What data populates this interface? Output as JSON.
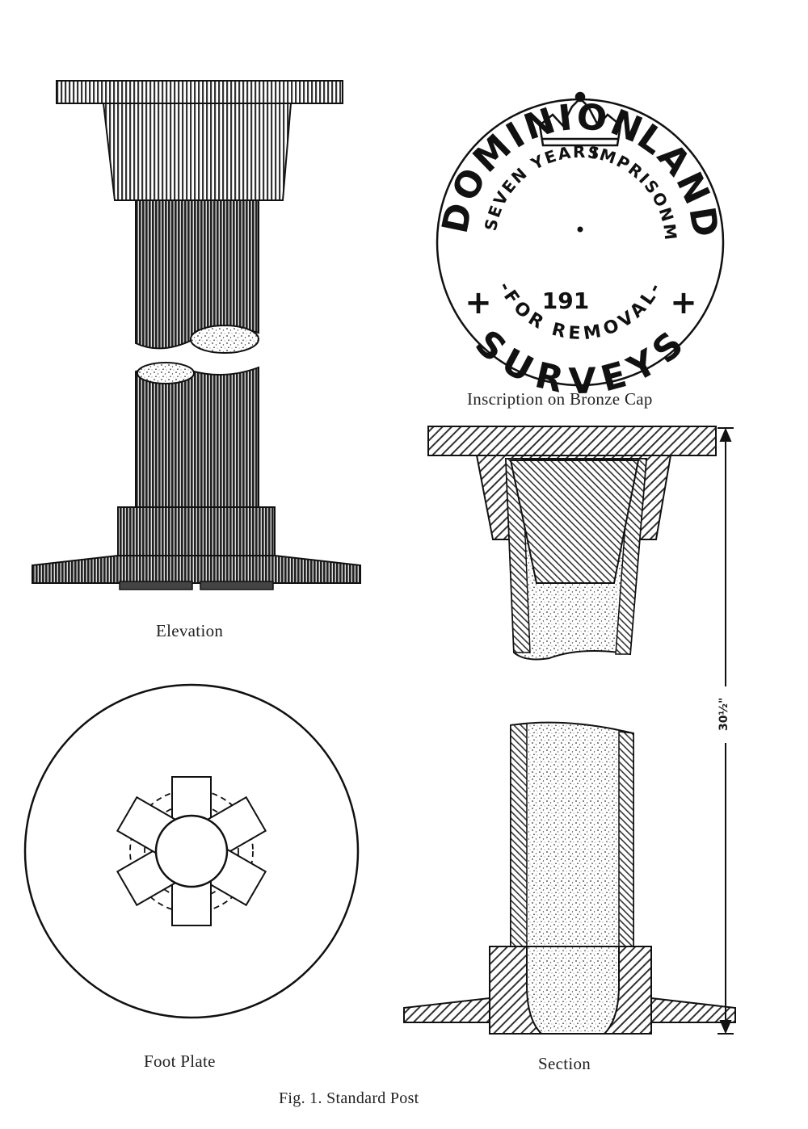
{
  "captions": {
    "elevation": "Elevation",
    "bronze_cap": "Inscription on Bronze Cap",
    "foot_plate": "Foot Plate",
    "section": "Section",
    "figure": "Fig. 1.   Standard Post"
  },
  "bronze_cap": {
    "outer_top_left": "DOMINION",
    "outer_top_right": "LANDS",
    "outer_bottom": "SURVEYS",
    "inner_top_left": "SEVEN YEARS",
    "inner_top_right": "IMPRISONMENT-",
    "inner_bottom": "-FOR REMOVAL-",
    "year": "191",
    "cross_left": "+",
    "cross_right": "+"
  },
  "dimension": {
    "height": "30½\""
  }
}
